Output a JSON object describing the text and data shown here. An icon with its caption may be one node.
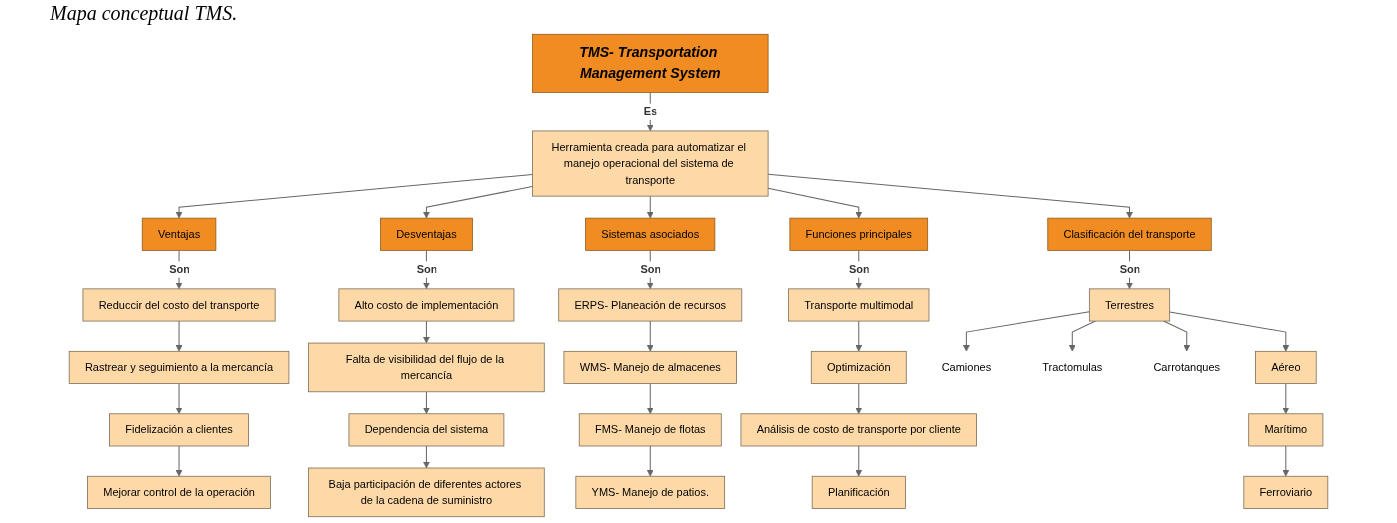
{
  "diagram": {
    "caption": "Mapa conceptual TMS.",
    "nodes": [
      {
        "text": [
          "TMS- Transportation Management System"
        ]
      },
      {
        "text": [
          "Herramienta creada para automatizar el manejo operacional del sistema de transporte"
        ]
      },
      {
        "text": [
          "Ventajas"
        ]
      },
      {
        "text": [
          "Desventajas"
        ]
      },
      {
        "text": [
          "Sistemas asociados"
        ]
      },
      {
        "text": [
          "Funciones principales"
        ]
      },
      {
        "text": [
          "Clasificación del transporte"
        ]
      },
      {
        "text": [
          "Reduccir del costo del transporte"
        ]
      },
      {
        "text": [
          "Rastrear y seguimiento a la mercancía"
        ]
      },
      {
        "text": [
          "Fidelización a clientes"
        ]
      },
      {
        "text": [
          "Mejorar control de la operación"
        ]
      },
      {
        "text": [
          "Alto costo de implementación"
        ]
      },
      {
        "text": [
          "Falta de visibilidad del flujo de la mercancía"
        ]
      },
      {
        "text": [
          "Dependencia del sistema"
        ]
      },
      {
        "text": [
          "Baja participación de diferentes actores de la cadena de suministro"
        ]
      },
      {
        "text": [
          "ERPS- Planeación de recursos"
        ]
      },
      {
        "text": [
          "WMS- Manejo de almacenes"
        ]
      },
      {
        "text": [
          "FMS- Manejo de flotas"
        ]
      },
      {
        "text": [
          "YMS- Manejo de patios."
        ]
      },
      {
        "text": [
          "Transporte multimodal"
        ]
      },
      {
        "text": [
          "Optimización"
        ]
      },
      {
        "text": [
          "Análisis de costo  de transporte por cliente"
        ]
      },
      {
        "text": [
          "Planificación"
        ]
      },
      {
        "text": [
          "Terrestres"
        ]
      },
      {
        "text": [
          "Camiones"
        ]
      },
      {
        "text": [
          "Tractomulas"
        ]
      },
      {
        "text": [
          "Carrotanques"
        ]
      },
      {
        "text": [
          "Aéreo"
        ]
      },
      {
        "text": [
          "Marítimo"
        ]
      },
      {
        "text": [
          "Ferroviario"
        ]
      }
    ],
    "edges": [
      {
        "from": 0,
        "to": 1,
        "arrow": "to",
        "label": "Es"
      },
      {
        "from": 1,
        "to": 2,
        "arrow": "to"
      },
      {
        "from": 1,
        "to": 3,
        "arrow": "to"
      },
      {
        "from": 1,
        "to": 4,
        "arrow": "to"
      },
      {
        "from": 1,
        "to": 5,
        "arrow": "to"
      },
      {
        "from": 1,
        "to": 6,
        "arrow": "to"
      },
      {
        "from": 2,
        "to": 7,
        "arrow": "to",
        "label": "Son"
      },
      {
        "from": 7,
        "to": 8,
        "arrow": "to"
      },
      {
        "from": 8,
        "to": 9,
        "arrow": "to"
      },
      {
        "from": 9,
        "to": 10,
        "arrow": "to"
      },
      {
        "from": 3,
        "to": 11,
        "arrow": "to",
        "label": "Son"
      },
      {
        "from": 11,
        "to": 12,
        "arrow": "to"
      },
      {
        "from": 12,
        "to": 13,
        "arrow": "to"
      },
      {
        "from": 13,
        "to": 14,
        "arrow": "to"
      },
      {
        "from": 4,
        "to": 15,
        "arrow": "to",
        "label": "Son"
      },
      {
        "from": 15,
        "to": 16,
        "arrow": "to"
      },
      {
        "from": 16,
        "to": 17,
        "arrow": "to"
      },
      {
        "from": 17,
        "to": 18,
        "arrow": "to"
      },
      {
        "from": 5,
        "to": 19,
        "arrow": "to",
        "label": "Son"
      },
      {
        "from": 19,
        "to": 20,
        "arrow": "to"
      },
      {
        "from": 20,
        "to": 21,
        "arrow": "to"
      },
      {
        "from": 21,
        "to": 22,
        "arrow": "to"
      },
      {
        "from": 6,
        "to": 23,
        "arrow": "to",
        "label": "Son"
      },
      {
        "from": 23,
        "to": 24,
        "arrow": "to"
      },
      {
        "from": 23,
        "to": 25,
        "arrow": "to"
      },
      {
        "from": 23,
        "to": 26,
        "arrow": "to"
      },
      {
        "from": 23,
        "to": 27,
        "arrow": "to"
      },
      {
        "from": 27,
        "to": 28,
        "arrow": "to"
      },
      {
        "from": 28,
        "to": 29,
        "arrow": "to"
      }
    ]
  }
}
